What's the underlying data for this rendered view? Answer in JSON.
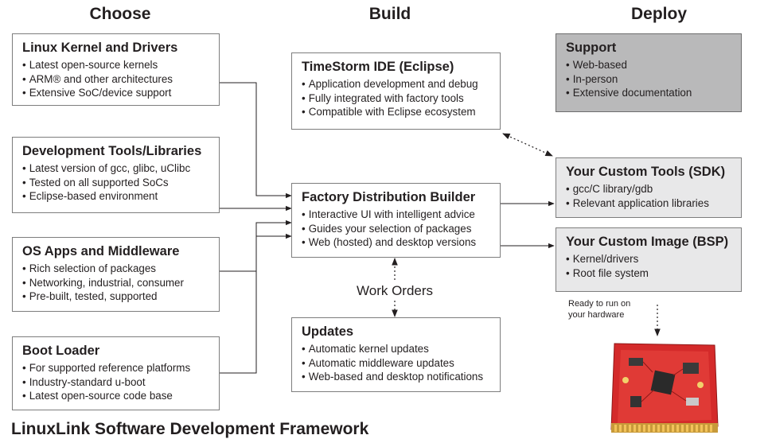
{
  "columns": {
    "choose": "Choose",
    "build": "Build",
    "deploy": "Deploy"
  },
  "choose_boxes": [
    {
      "title": "Linux Kernel and Drivers",
      "items": [
        "Latest open-source kernels",
        "ARM® and other architectures",
        "Extensive SoC/device support"
      ]
    },
    {
      "title": "Development Tools/Libraries",
      "items": [
        "Latest version of gcc, glibc, uClibc",
        "Tested on all supported SoCs",
        "Eclipse-based environment"
      ]
    },
    {
      "title": "OS Apps and Middleware",
      "items": [
        "Rich selection of packages",
        "Networking, industrial, consumer",
        "Pre-built, tested, supported"
      ]
    },
    {
      "title": "Boot Loader",
      "items": [
        "For supported reference platforms",
        "Industry-standard u-boot",
        "Latest open-source code base"
      ]
    }
  ],
  "build_boxes": {
    "ide": {
      "title": "TimeStorm IDE (Eclipse)",
      "items": [
        "Application development and debug",
        "Fully integrated with factory tools",
        "Compatible with Eclipse ecosystem"
      ]
    },
    "factory": {
      "title": "Factory Distribution Builder",
      "items": [
        "Interactive UI with intelligent advice",
        "Guides your selection of packages",
        "Web (hosted) and desktop versions"
      ]
    },
    "updates": {
      "title": "Updates",
      "items": [
        "Automatic kernel updates",
        "Automatic middleware updates",
        "Web-based and desktop notifications"
      ]
    }
  },
  "deploy_boxes": {
    "support": {
      "title": "Support",
      "items": [
        "Web-based",
        "In-person",
        "Extensive documentation"
      ]
    },
    "sdk": {
      "title": "Your Custom Tools (SDK)",
      "items": [
        "gcc/C library/gdb",
        "Relevant application libraries"
      ]
    },
    "bsp": {
      "title": "Your Custom Image (BSP)",
      "items": [
        "Kernel/drivers",
        "Root file system"
      ]
    }
  },
  "work_orders_label": "Work Orders",
  "ready_note": [
    "Ready to run on",
    "your hardware"
  ],
  "footer_title": "LinuxLink Software Development Framework",
  "colors": {
    "box_border": "#7d7d7d",
    "deploy_fill": "#e8e8e9",
    "support_fill": "#b9b9ba",
    "board_red": "#d42a2a"
  }
}
